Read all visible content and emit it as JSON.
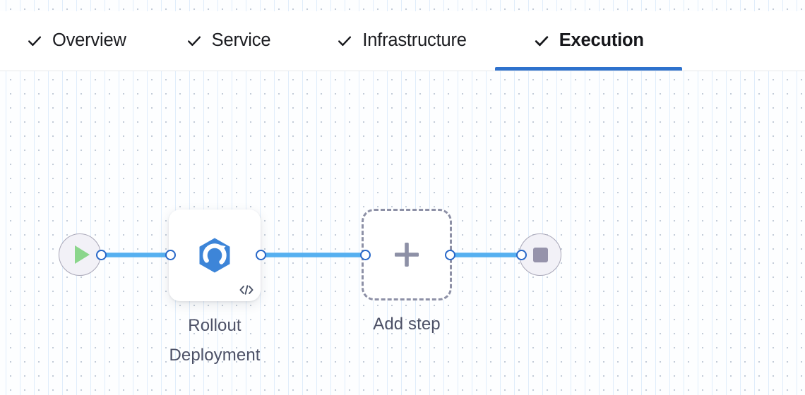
{
  "tabs": [
    {
      "label": "Overview",
      "icon": "check-icon",
      "complete": true,
      "active": false
    },
    {
      "label": "Service",
      "icon": "check-icon",
      "complete": true,
      "active": false
    },
    {
      "label": "Infrastructure",
      "icon": "check-icon",
      "complete": true,
      "active": false
    },
    {
      "label": "Execution",
      "icon": "check-icon",
      "complete": true,
      "active": true
    }
  ],
  "flow": {
    "start_node": {
      "name": "start-node",
      "icon": "play-icon"
    },
    "end_node": {
      "name": "end-node",
      "icon": "stop-icon"
    },
    "steps": [
      {
        "label": "Rollout\nDeployment",
        "icon": "rollout-deployment-icon",
        "badge_icon": "code-icon"
      }
    ],
    "add_step": {
      "label": "Add step",
      "icon": "plus-icon"
    }
  },
  "colors": {
    "accent": "#2f72cd",
    "edge": "#56b0f0",
    "port_ring": "#2767c8",
    "play": "#8bd68c",
    "stop": "#9693ab",
    "step_icon": "#3d85d8",
    "label_text": "#4c5066",
    "dashed_border": "#8d90a6",
    "grid_dot": "#c3ccd8",
    "grid_line": "#dbeafa"
  }
}
